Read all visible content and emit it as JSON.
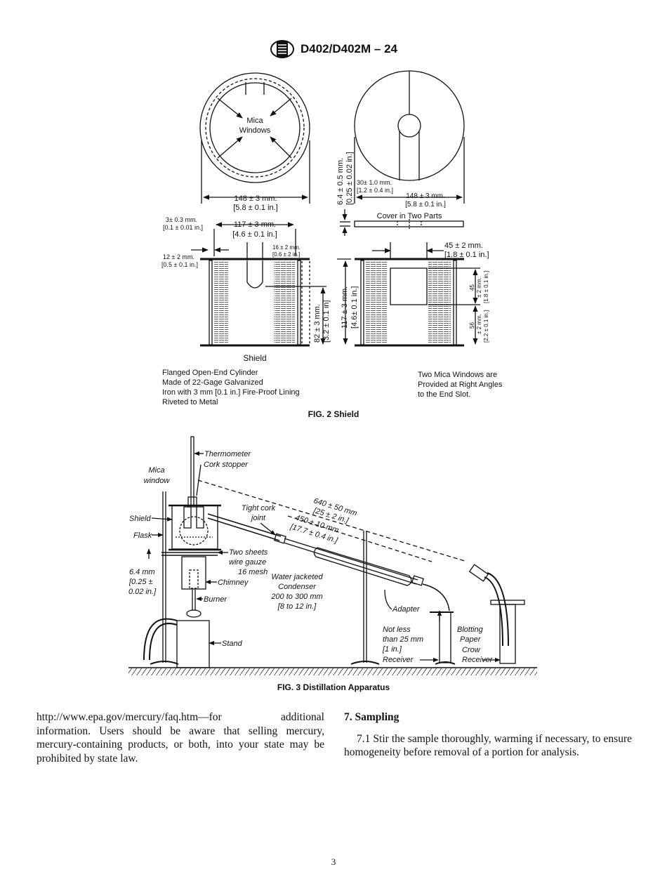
{
  "header": {
    "designation": "D402/D402M – 24",
    "logo_icon": "astm-logo-icon"
  },
  "fig2": {
    "caption": "FIG. 2 Shield",
    "mica_line1": "Mica",
    "mica_line2": "Windows",
    "dim_diameter_left_mm": "148 ± 3 mm.",
    "dim_diameter_left_in": "[5.8 ± 0.1 in.]",
    "dim_slot_mm": "30± 1.0 mm.",
    "dim_slot_in": "[1.2 ± 0.4 in.]",
    "dim_diameter_right_mm": "148 ± 3 mm.",
    "dim_diameter_right_in": "[5.8 ± 0.1 in.]",
    "dim_cover_thick_mm": "6.4 ± 0.5 mm.",
    "dim_cover_thick_in": "[0.25 ± 0.02 in.]",
    "cover_label": "Cover in Two Parts",
    "dim_lining_mm": "3± 0.3 mm.",
    "dim_lining_in": "[0.1 ± 0.01 in.]",
    "dim_inner_mm": "117 ± 3 mm.",
    "dim_inner_in": "[4.6 ± 0.1 in.]",
    "dim_flange_mm": "12 ± 2 mm.",
    "dim_flange_in": "[0.5 ± 0.1 in.]",
    "dim_slotw_mm": "16 ± 2 mm.",
    "dim_slotw_in": "[0.6 ± 2 in.]",
    "dim_height82_mm": "82 ± 3 mm.",
    "dim_height82_in": "[3.2 ± 0.1 in]",
    "dim_height117_mm": "117 ± 3 mm.",
    "dim_height117_in": "[4.6± 0.1 in.]",
    "dim_window_mm": "45 ± 2 mm.",
    "dim_window_in": "[1.8 ± 0.1 in.]",
    "dim_45_a": "45",
    "dim_45_b": "± 2 mm.",
    "dim_45_c": "[1.8 ± 0.1 in.]",
    "dim_56_a": "56",
    "dim_56_b": "± 2 mm.",
    "dim_56_c": "[2.2 ± 0.1 in.]",
    "shield_label": "Shield",
    "note_left": [
      "Flanged Open-End Cylinder",
      "Made of 22-Gage Galvanized",
      "Iron with 3 mm [0.1 in.] Fire-Proof Lining",
      "Riveted to Metal"
    ],
    "note_right": [
      "Two Mica Windows are",
      "Provided at Right Angles",
      "to the End Slot."
    ]
  },
  "fig3": {
    "caption": "FIG. 3 Distillation Apparatus",
    "thermometer": "Thermometer",
    "cork_stopper": "Cork stopper",
    "mica_window_1": "Mica",
    "mica_window_2": "window",
    "shield": "Shield",
    "flask": "Flask",
    "tight_cork_1": "Tight cork",
    "tight_cork_2": "joint",
    "dim_640_mm": "640 ± 50 mm",
    "dim_640_in": "[25 ± 2 in.]",
    "dim_450_mm": "450 ± 10 mm",
    "dim_450_in": "[17.7 ± 0.4 in.]",
    "two_sheets_1": "Two sheets",
    "two_sheets_2": "wire gauze",
    "two_sheets_3": "16 mesh",
    "dim_64_1": "6.4 mm",
    "dim_64_2": "[0.25 ±",
    "dim_64_3": "0.02 in.]",
    "chimney": "Chimney",
    "burner": "Burner",
    "stand": "Stand",
    "condenser_1": "Water jacketed",
    "condenser_2": "Condenser",
    "condenser_3": "200 to 300 mm",
    "condenser_4": "[8 to 12 in.]",
    "adapter": "Adapter",
    "not_less_1": "Not less",
    "not_less_2": "than 25 mm",
    "not_less_3": "[1 in.]",
    "receiver": "Receiver",
    "blotting_1": "Blotting",
    "blotting_2": "Paper",
    "crow_1": "Crow",
    "crow_2": "Receiver"
  },
  "body": {
    "left_paragraph": "http://www.epa.gov/mercury/faq.htm—for additional information. Users should be aware that selling mercury, mercury-containing products, or both, into your state may be prohibited by state law.",
    "section_heading": "7. Sampling",
    "section_paragraph": "7.1 Stir the sample thoroughly, warming if necessary, to ensure homogeneity before removal of a portion for analysis."
  },
  "page_number": "3"
}
